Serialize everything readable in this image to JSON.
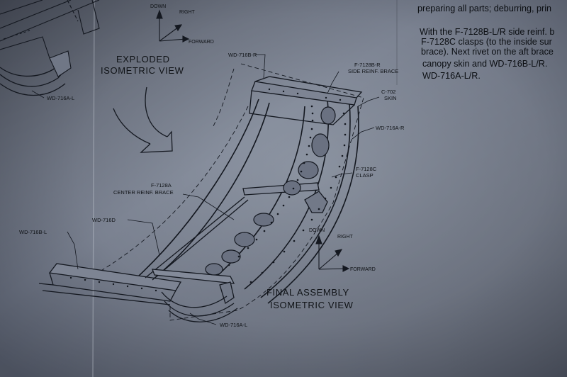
{
  "instructions": {
    "lines": [
      "preparing all parts; deburring, prin",
      "With the F-7128B-L/R side reinf. b",
      "F-7128C clasps (to the inside sur",
      "brace). Next rivet on the aft brace",
      "canopy skin and WD-716B-L/R.",
      "WD-716A-L/R."
    ]
  },
  "exploded_view": {
    "title_line1": "EXPLODED",
    "title_line2": "ISOMETRIC VIEW",
    "part_label": "WD-716A-L",
    "axis": {
      "up": "DOWN",
      "right": "RIGHT",
      "forward": "FORWARD"
    }
  },
  "final_view": {
    "title_line1": "FINAL ASSEMBLY",
    "title_line2": "ISOMETRIC VIEW",
    "labels": {
      "wd716b_r": "WD-716B-R",
      "f7128b_r_1": "F-7128B-R",
      "f7128b_r_2": "SIDE REINF. BRACE",
      "c702_1": "C-702",
      "c702_2": "SKIN",
      "wd716a_r": "WD-716A-R",
      "f7128c_1": "F-7128C",
      "f7128c_2": "CLASP",
      "f7128a_1": "F-7128A",
      "f7128a_2": "CENTER REINF. BRACE",
      "wd716d": "WD-716D",
      "wd716b_l": "WD-716B-L",
      "wd716a_l": "WD-716A-L"
    },
    "axis": {
      "up": "DOWN",
      "right": "RIGHT",
      "forward": "FORWARD"
    }
  },
  "colors": {
    "paper_light": "#8d95a3",
    "paper_dark": "#4d5361",
    "ink": "#111418"
  }
}
